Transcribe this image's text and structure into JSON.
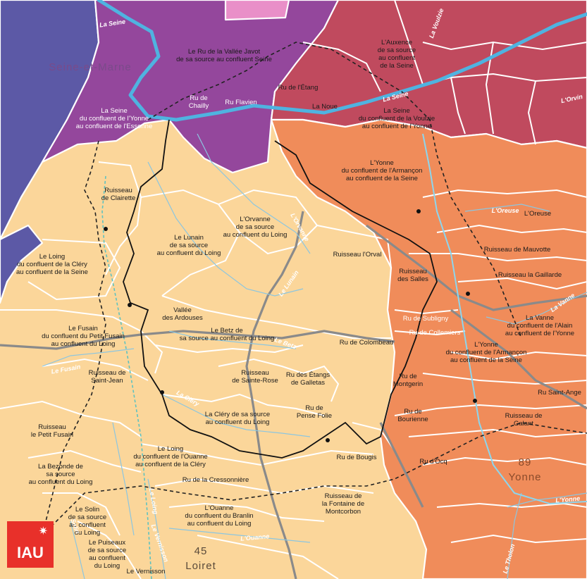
{
  "colors": {
    "blue_violet": "#5c59a6",
    "purple": "#94479c",
    "pink": "#e98fc8",
    "red": "#c04a5e",
    "orange": "#f08c5a",
    "sand": "#fbd69a",
    "river": "#4fb3e0"
  },
  "logo": {
    "text": "IAU",
    "star": "✷"
  },
  "departments": {
    "seine_et_marne": "Seine-et-Marne",
    "loiret_num": "45",
    "loiret": "Loiret",
    "yonne_num": "89",
    "yonne": "Yonne"
  },
  "rivers": {
    "seine_n": "La Seine",
    "seine_e": "La Seine",
    "voulzie": "La Voulzie",
    "orvin": "L'Orvin",
    "oreuse": "L'Oreuse",
    "orvanne": "L'Orvanne",
    "lunain": "Le Lunain",
    "betz": "Le Betz",
    "fusain": "Le Fusain",
    "clery": "La Cléry",
    "loing": "Le Loing",
    "ouanne": "L'Ouanne",
    "vernisson": "Le Vernisson",
    "solin": "Solin",
    "vanne": "La Vanne",
    "yonne": "L'Yonne",
    "tholon": "Le Tholon"
  },
  "basins": {
    "ru_vallee_javot": [
      "Le Ru de la Vallée Javot",
      "de sa source au confluent Seine"
    ],
    "seine_yonne_essonne": [
      "La Seine",
      "du confluent de l'Yonne",
      "au confluent de l'Essonne"
    ],
    "ru_chailly": [
      "Ru de",
      "Chailly"
    ],
    "ru_flavien": [
      "Ru Flavien"
    ],
    "ru_etang": [
      "Ru de l'Étang"
    ],
    "la_noue": [
      "La Noue"
    ],
    "auxence": [
      "L'Auxence",
      "de sa source",
      "au confluent",
      "de la Seine"
    ],
    "seine_voulzie_yonne": [
      "La Seine",
      "du confluent de la Voulzie",
      "au confluent de l'Yonne"
    ],
    "yonne_armancon_1": [
      "L'Yonne",
      "du confluent de l'Armançon",
      "au confluent de la Seine"
    ],
    "ruisseau_clairette": [
      "Ruisseau",
      "de Clairette"
    ],
    "orvanne": [
      "L'Orvanne",
      "de sa source",
      "au confluent du Loing"
    ],
    "lunain": [
      "Le Lunain",
      "de sa source",
      "au confluent du Loing"
    ],
    "oreuse": [
      "L'Oreuse"
    ],
    "ruisseau_orval": [
      "Ruisseau l'Orval"
    ],
    "ruisseau_mauvotte": [
      "Ruisseau de Mauvotte"
    ],
    "loing_clery_seine": [
      "Le Loing",
      "du confluent de la Cléry",
      "au confluent de la Seine"
    ],
    "ruisseau_salles": [
      "Ruisseau",
      "des Salles"
    ],
    "ruisseau_gaillarde": [
      "Ruisseau la Gaillarde"
    ],
    "vallee_ardouses": [
      "Vallée",
      "des Ardouses"
    ],
    "vanne": [
      "La Vanne",
      "du confluent de l'Alain",
      "au confluent de l'Yonne"
    ],
    "ru_subligny": [
      "Ru de Subligny"
    ],
    "ru_collemiers": [
      "Ru de Collemiers"
    ],
    "fusain": [
      "Le Fusain",
      "du confluent du Petit Fusain",
      "au confluent du Loing"
    ],
    "betz": [
      "Le Betz de",
      "sa source au confluent du Loing"
    ],
    "ru_colombeau": [
      "Ru de Colombeau"
    ],
    "yonne_armancon_2": [
      "L'Yonne",
      "du confluent de l'Armançon",
      "au confluent de la Seine"
    ],
    "ruisseau_saint_jean": [
      "Ruisseau de",
      "Saint-Jean"
    ],
    "ruisseau_sainte_rose": [
      "Ruisseau",
      "de Sainte-Rose"
    ],
    "ru_etangs_galletas": [
      "Ru des Étangs",
      "de Galletas"
    ],
    "ru_montgerin": [
      "Ru de",
      "Montgerin"
    ],
    "ru_saint_ange": [
      "Ru Saint-Ange"
    ],
    "ruisseau_petit_fusain": [
      "Ruisseau",
      "le Petit Fusain"
    ],
    "clery": [
      "La Cléry de sa source",
      "au confluent du Loing"
    ],
    "ru_pense_folie": [
      "Ru de",
      "Pense Folie"
    ],
    "ru_bourienne": [
      "Ru de",
      "Bourienne"
    ],
    "ruisseau_galant": [
      "Ruisseau de",
      "Galant"
    ],
    "loing_ouanne_clery": [
      "Le Loing",
      "du confluent de l'Ouanne",
      "au confluent de la Cléry"
    ],
    "ru_docq": [
      "Ru d'Ocq"
    ],
    "bezonde": [
      "La Bezonde de",
      "sa source",
      "au confluent du Loing"
    ],
    "ru_bougis": [
      "Ru de Bougis"
    ],
    "ru_cressonniere": [
      "Ru de la Cressonnière"
    ],
    "solin": [
      "Le Solin",
      "de sa source",
      "au confluent",
      "du Loing"
    ],
    "ouanne": [
      "L'Ouanne",
      "du confluent du Branlin",
      "au confluent du Loing"
    ],
    "ruisseau_fontaine_montcorbon": [
      "Ruisseau de",
      "la Fontaine de",
      "Montcorbon"
    ],
    "puiseaux": [
      "Le Puiseaux",
      "de sa source",
      "au confluent",
      "du Loing"
    ],
    "vernisson": [
      "Le Vernisson"
    ]
  }
}
